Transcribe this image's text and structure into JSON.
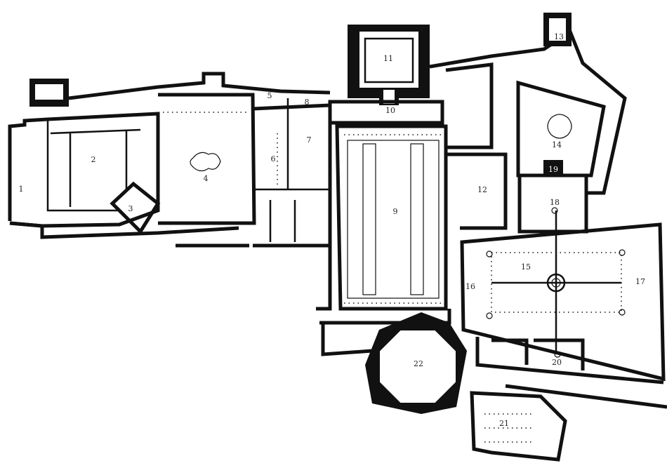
{
  "plan": {
    "labels": [
      "1",
      "2",
      "3",
      "4",
      "5",
      "6",
      "7",
      "8",
      "9",
      "10",
      "11",
      "12",
      "13",
      "14",
      "15",
      "16",
      "17",
      "18",
      "19",
      "20",
      "21",
      "22"
    ],
    "wall_color": "#111111",
    "background": "#ffffff"
  }
}
